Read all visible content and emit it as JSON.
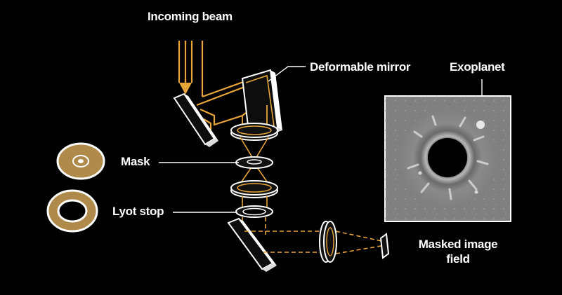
{
  "labels": {
    "incoming_beam": "Incoming beam",
    "deformable_mirror": "Deformable mirror",
    "exoplanet": "Exoplanet",
    "mask": "Mask",
    "lyot_stop": "Lyot stop",
    "masked_image_field_line1": "Masked image",
    "masked_image_field_line2": "field"
  },
  "colors": {
    "background": "#000000",
    "beam": "#e8a53a",
    "element_stroke": "#ffffff",
    "element_fill": "#111111",
    "mask_fill": "#b08a4b",
    "image_bg": "#808080"
  }
}
